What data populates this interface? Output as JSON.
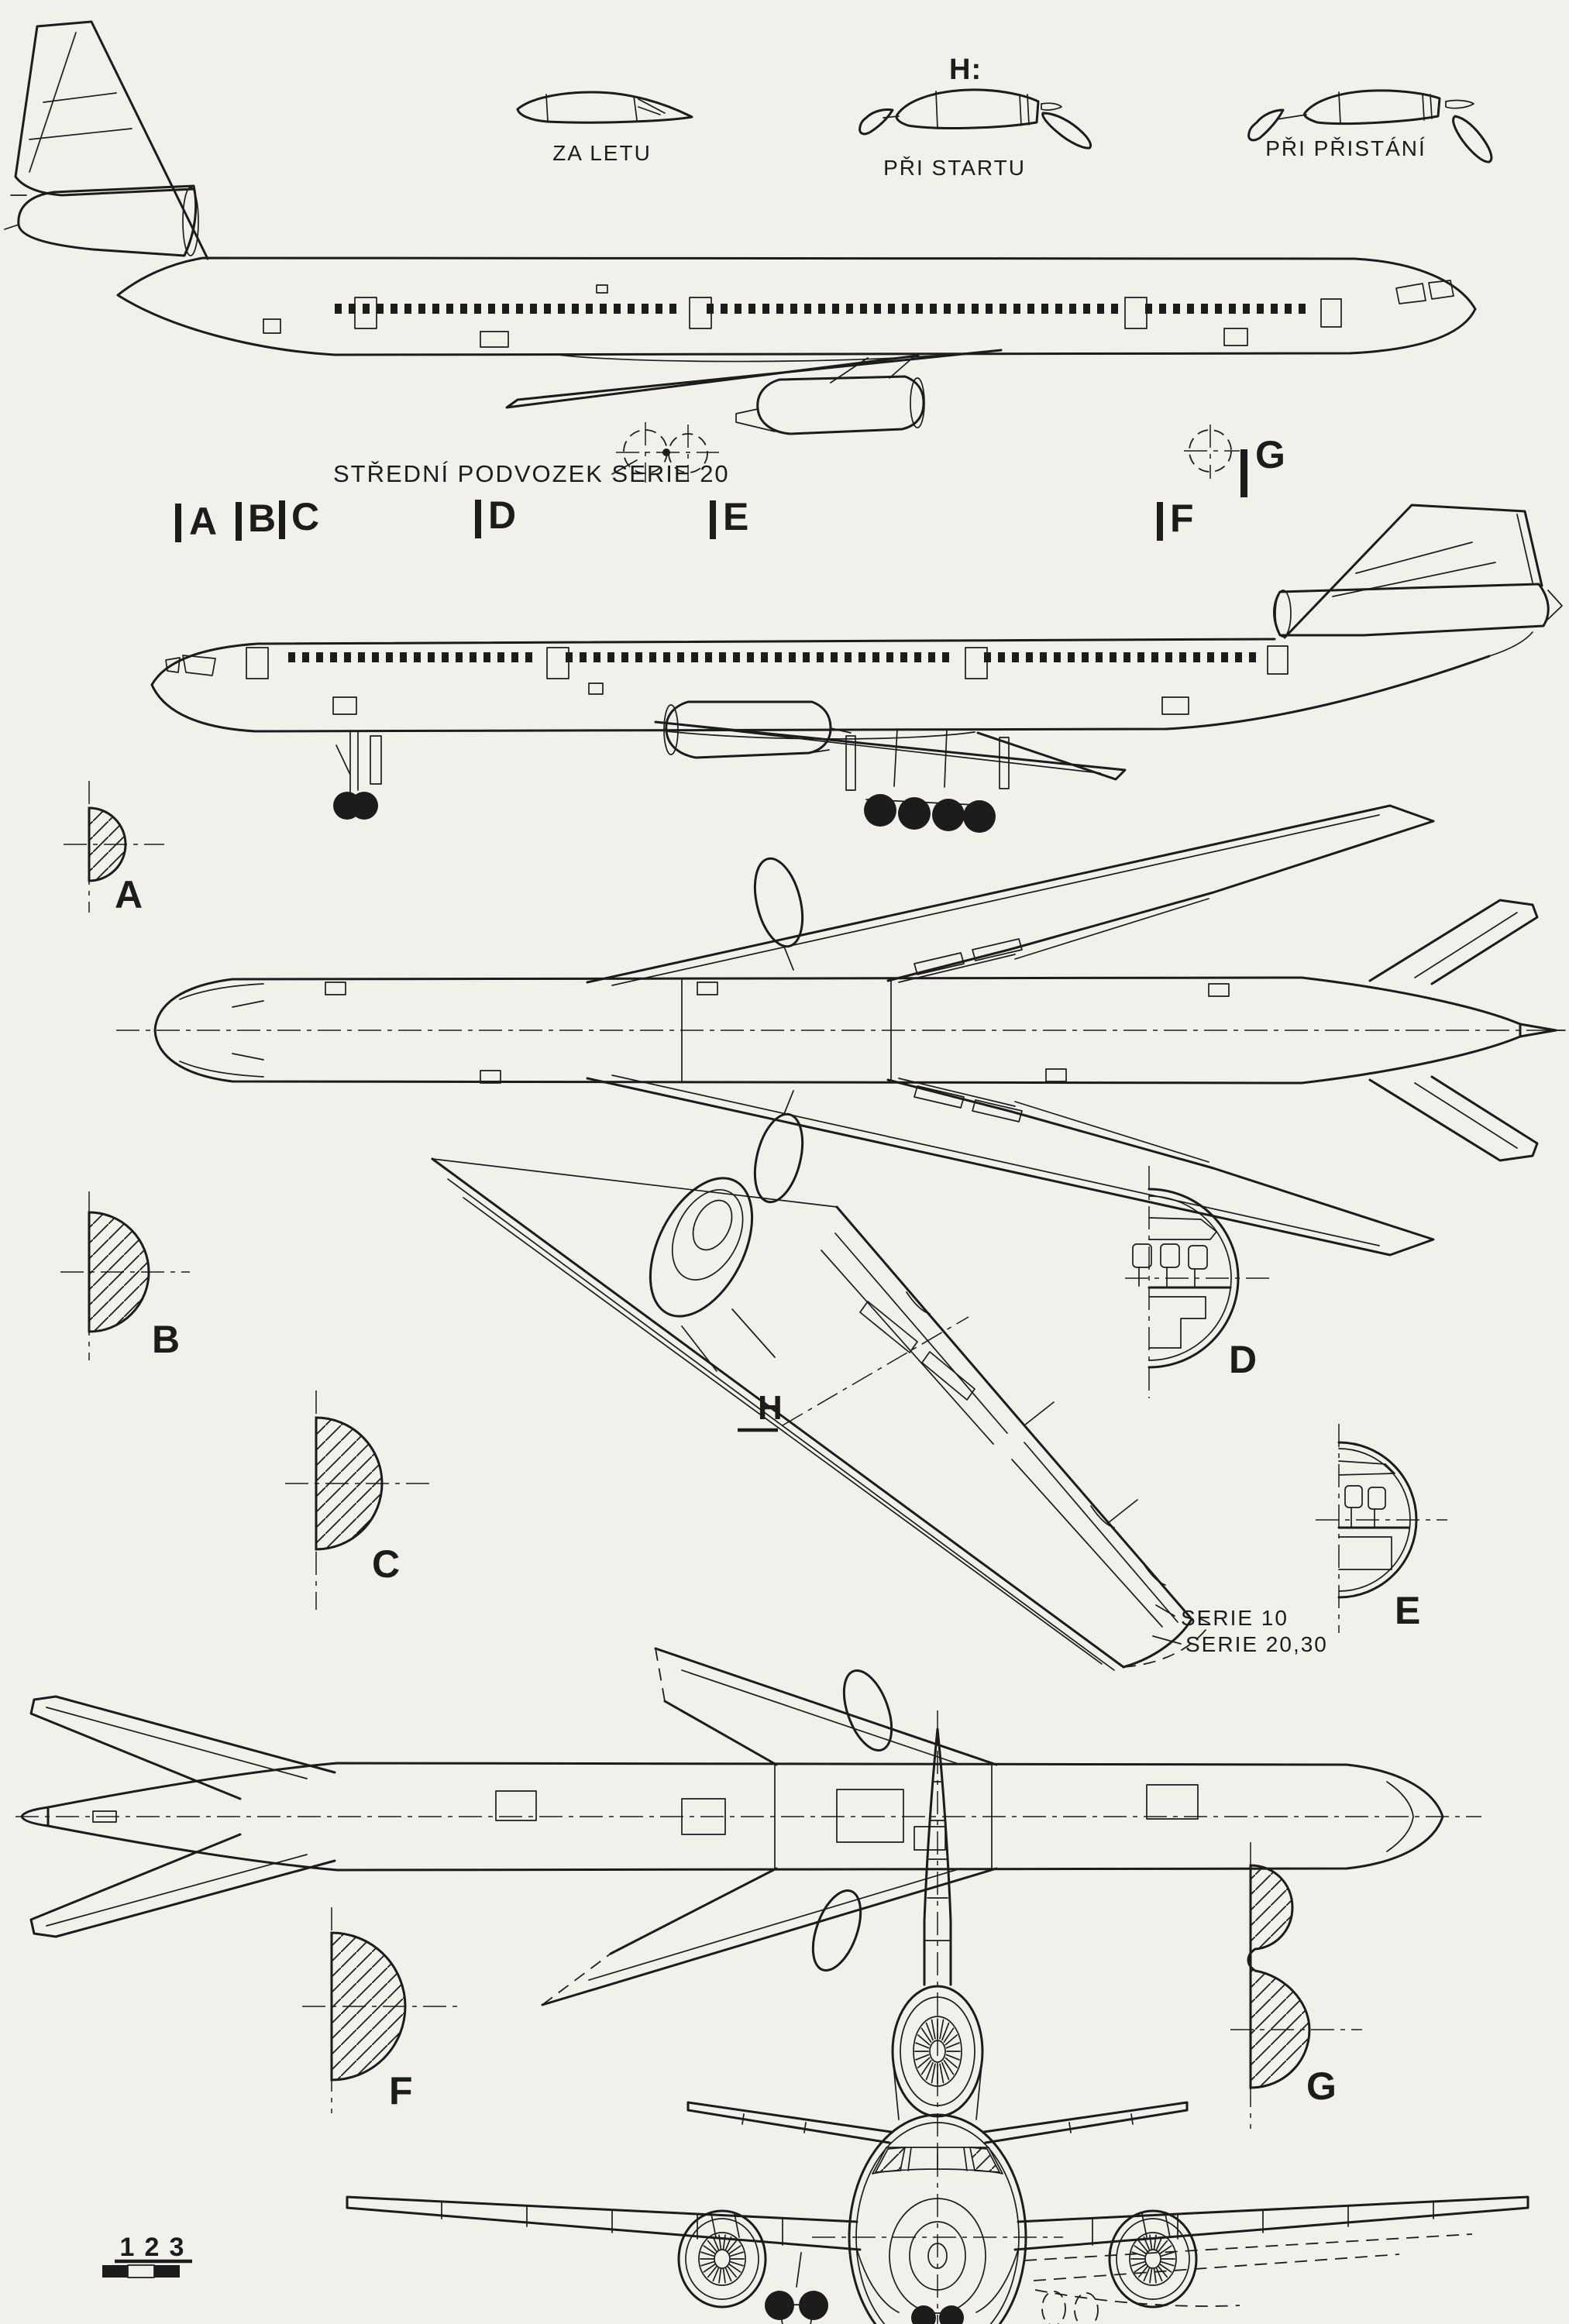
{
  "colors": {
    "paper": "#f2f0ea",
    "ink": "#1c1c1c"
  },
  "airfoils": {
    "heading": "H:",
    "items": [
      {
        "label": "ZA LETU"
      },
      {
        "label": "PŘI STARTU"
      },
      {
        "label": "PŘI PŘISTÁNÍ"
      }
    ]
  },
  "callouts": {
    "center_gear": "STŘEDNÍ PODVOZEK SERIE 20",
    "serie_10": "SERIE 10",
    "serie_2030": "SERIE 20,30",
    "wing_section": "H"
  },
  "station_markers": [
    {
      "label": "A"
    },
    {
      "label": "B"
    },
    {
      "label": "C"
    },
    {
      "label": "D"
    },
    {
      "label": "E"
    },
    {
      "label": "F"
    },
    {
      "label": "G"
    }
  ],
  "cross_sections": [
    {
      "label": "A"
    },
    {
      "label": "B"
    },
    {
      "label": "C"
    },
    {
      "label": "D"
    },
    {
      "label": "E"
    },
    {
      "label": "F"
    },
    {
      "label": "G"
    }
  ],
  "scale_bar": {
    "ticks": [
      "1",
      "2",
      "3"
    ]
  }
}
